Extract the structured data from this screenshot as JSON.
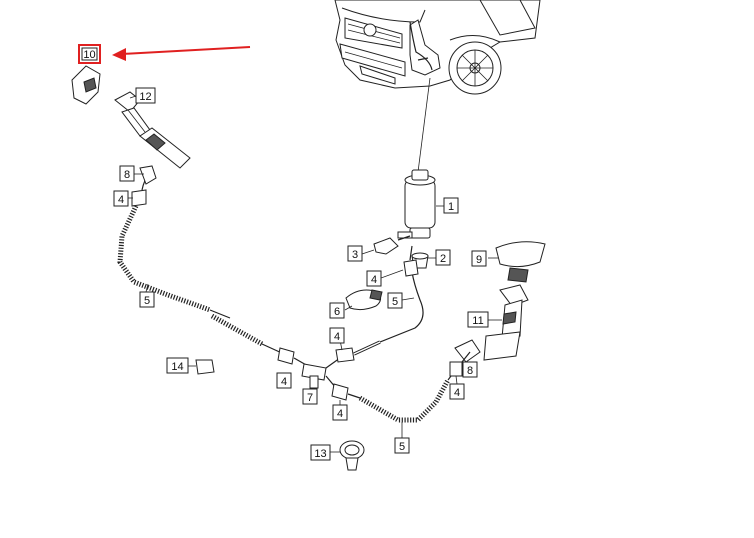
{
  "callouts": {
    "c1": "1",
    "c2": "2",
    "c3": "3",
    "c4a": "4",
    "c4b": "4",
    "c4c": "4",
    "c4d": "4",
    "c4e": "4",
    "c4f": "4",
    "c5a": "5",
    "c5b": "5",
    "c5c": "5",
    "c6": "6",
    "c7": "7",
    "c8a": "8",
    "c8b": "8",
    "c9": "9",
    "c10": "10",
    "c11": "11",
    "c12": "12",
    "c13": "13",
    "c14": "14"
  },
  "colors": {
    "highlight": "#e02020",
    "ink": "#222222"
  },
  "icons": {
    "pointer": "arrow-left-icon"
  }
}
